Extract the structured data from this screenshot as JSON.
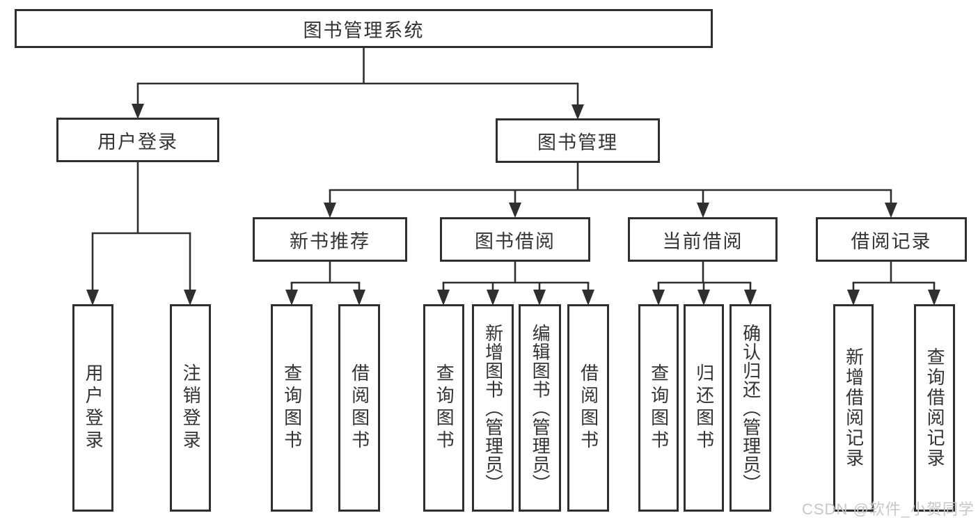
{
  "diagram": {
    "tree": {
      "root": {
        "label": "图书管理系统"
      },
      "user_login": {
        "label": "用户登录"
      },
      "book_management": {
        "label": "图书管理"
      },
      "new_book_recommendation": {
        "label": "新书推荐"
      },
      "book_borrowing": {
        "label": "图书借阅"
      },
      "current_borrowing": {
        "label": "当前借阅"
      },
      "borrowing_records": {
        "label": "借阅记录"
      },
      "leaves": {
        "user_login": "用户登录",
        "logout": "注销登录",
        "nbr_query_books": "查询图书",
        "nbr_borrow_books": "借阅图书",
        "bb_query_books": "查询图书",
        "bb_add_books_admin": "新增图书（管理员）",
        "bb_edit_books_admin": "编辑图书（管理员）",
        "bb_borrow_books": "借阅图书",
        "cb_query_books": "查询图书",
        "cb_return_books": "归还图书",
        "cb_confirm_return_admin": "确认归还（管理员）",
        "br_add_record": "新增借阅记录",
        "br_query_record": "查询借阅记录"
      }
    },
    "colors": {
      "line": "#2f2f2f",
      "text": "#333333",
      "background": "#ffffff",
      "watermark": "#c7c7c7"
    }
  },
  "watermark": {
    "text": "CSDN @软件_小贺同学"
  }
}
